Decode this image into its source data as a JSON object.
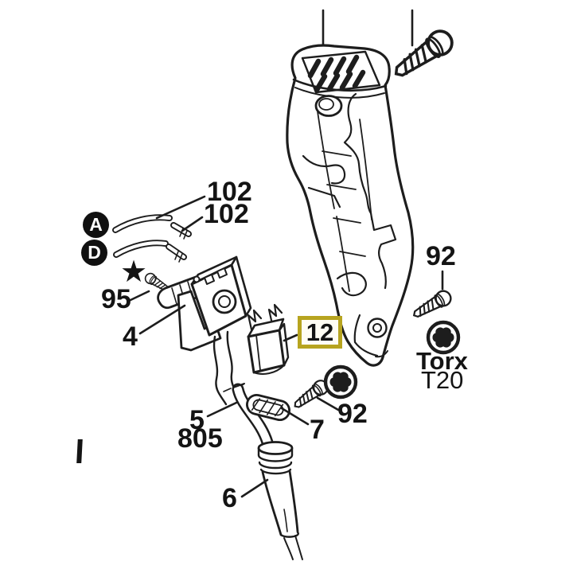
{
  "page": {
    "background": "#ffffff",
    "line_color": "#1d1d1d",
    "highlight_border_color": "#b7a41f"
  },
  "callouts": {
    "wire_upper_ref": "102",
    "wire_lower_ref": "102",
    "marker_a": "A",
    "marker_d": "D",
    "star": "★",
    "screw_95_ref": "95",
    "switch_ref": "4",
    "highlight_ref": "12",
    "cable_ref": "5",
    "cable_alt_ref": "805",
    "clamp_ref": "7",
    "screw_bottom_ref": "92",
    "screw_right_ref": "92",
    "torx_label": "Torx",
    "torx_size_label": "T20",
    "strain_relief_ref": "6"
  },
  "icons": {
    "torx": "torx-star-icon",
    "markers": "filled-circle-letter"
  }
}
